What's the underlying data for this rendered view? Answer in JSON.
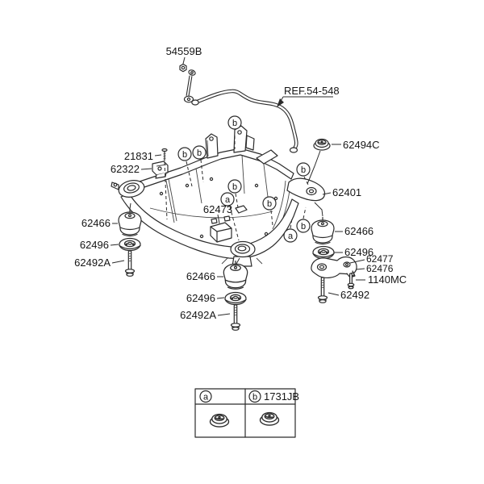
{
  "diagram": {
    "background_color": "#ffffff",
    "line_color": "#2b2b2b",
    "text_color": "#151515",
    "description": "Exploded parts diagram of front crossmember / subframe with stabilizer bar reference"
  },
  "labels": [
    {
      "id": "54559B",
      "text": "54559B"
    },
    {
      "id": "ref-54-548",
      "text": "REF.54-548"
    },
    {
      "id": "62494C",
      "text": "62494C"
    },
    {
      "id": "21831",
      "text": "21831"
    },
    {
      "id": "62322",
      "text": "62322"
    },
    {
      "id": "62401",
      "text": "62401"
    },
    {
      "id": "62473",
      "text": "62473"
    },
    {
      "id": "62466-left",
      "text": "62466"
    },
    {
      "id": "62496-left",
      "text": "62496"
    },
    {
      "id": "62492A-left",
      "text": "62492A"
    },
    {
      "id": "62466-bottom",
      "text": "62466"
    },
    {
      "id": "62496-bottom",
      "text": "62496"
    },
    {
      "id": "62492A-bottom",
      "text": "62492A"
    },
    {
      "id": "62466-right",
      "text": "62466"
    },
    {
      "id": "62496-right",
      "text": "62496"
    },
    {
      "id": "62477",
      "text": "62477"
    },
    {
      "id": "62476",
      "text": "62476"
    },
    {
      "id": "1140MC",
      "text": "1140MC"
    },
    {
      "id": "62492",
      "text": "62492"
    }
  ],
  "callouts": {
    "a": "a",
    "b": "b"
  },
  "legend": {
    "a_letter": "a",
    "a_part": "",
    "b_letter": "b",
    "b_part": "1731JB"
  }
}
